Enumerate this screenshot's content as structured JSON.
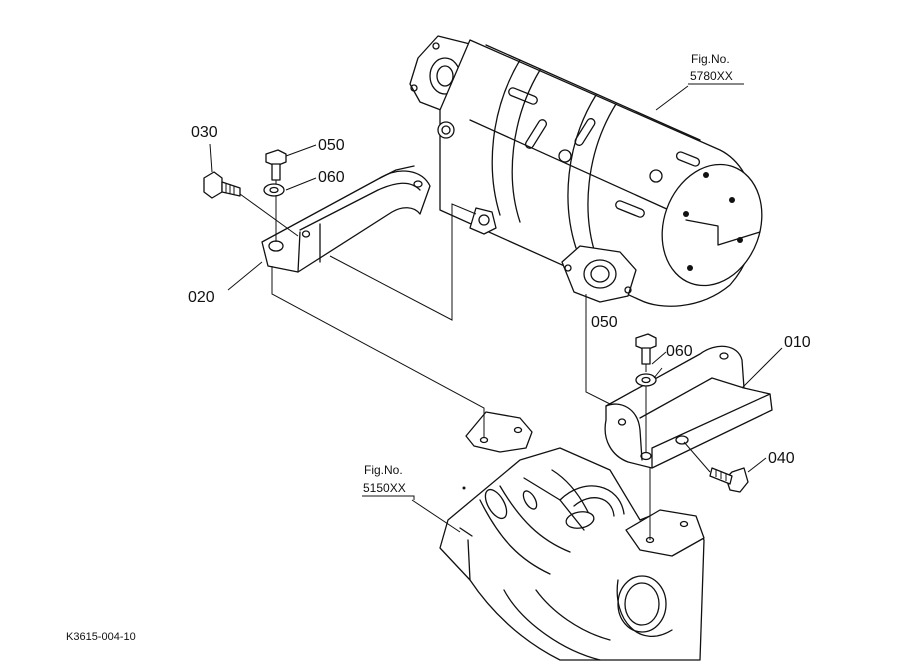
{
  "callouts": {
    "p030": "030",
    "p050_top": "050",
    "p060_top": "060",
    "p020": "020",
    "p050_bottom": "050",
    "p060_bottom": "060",
    "p010": "010",
    "p040": "040"
  },
  "fig_refs": {
    "muffler": {
      "label": "Fig.No.",
      "number": "5780XX"
    },
    "gear_case": {
      "label": "Fig.No.",
      "number": "5150XX"
    }
  },
  "drawing_code": "K3615-004-10"
}
